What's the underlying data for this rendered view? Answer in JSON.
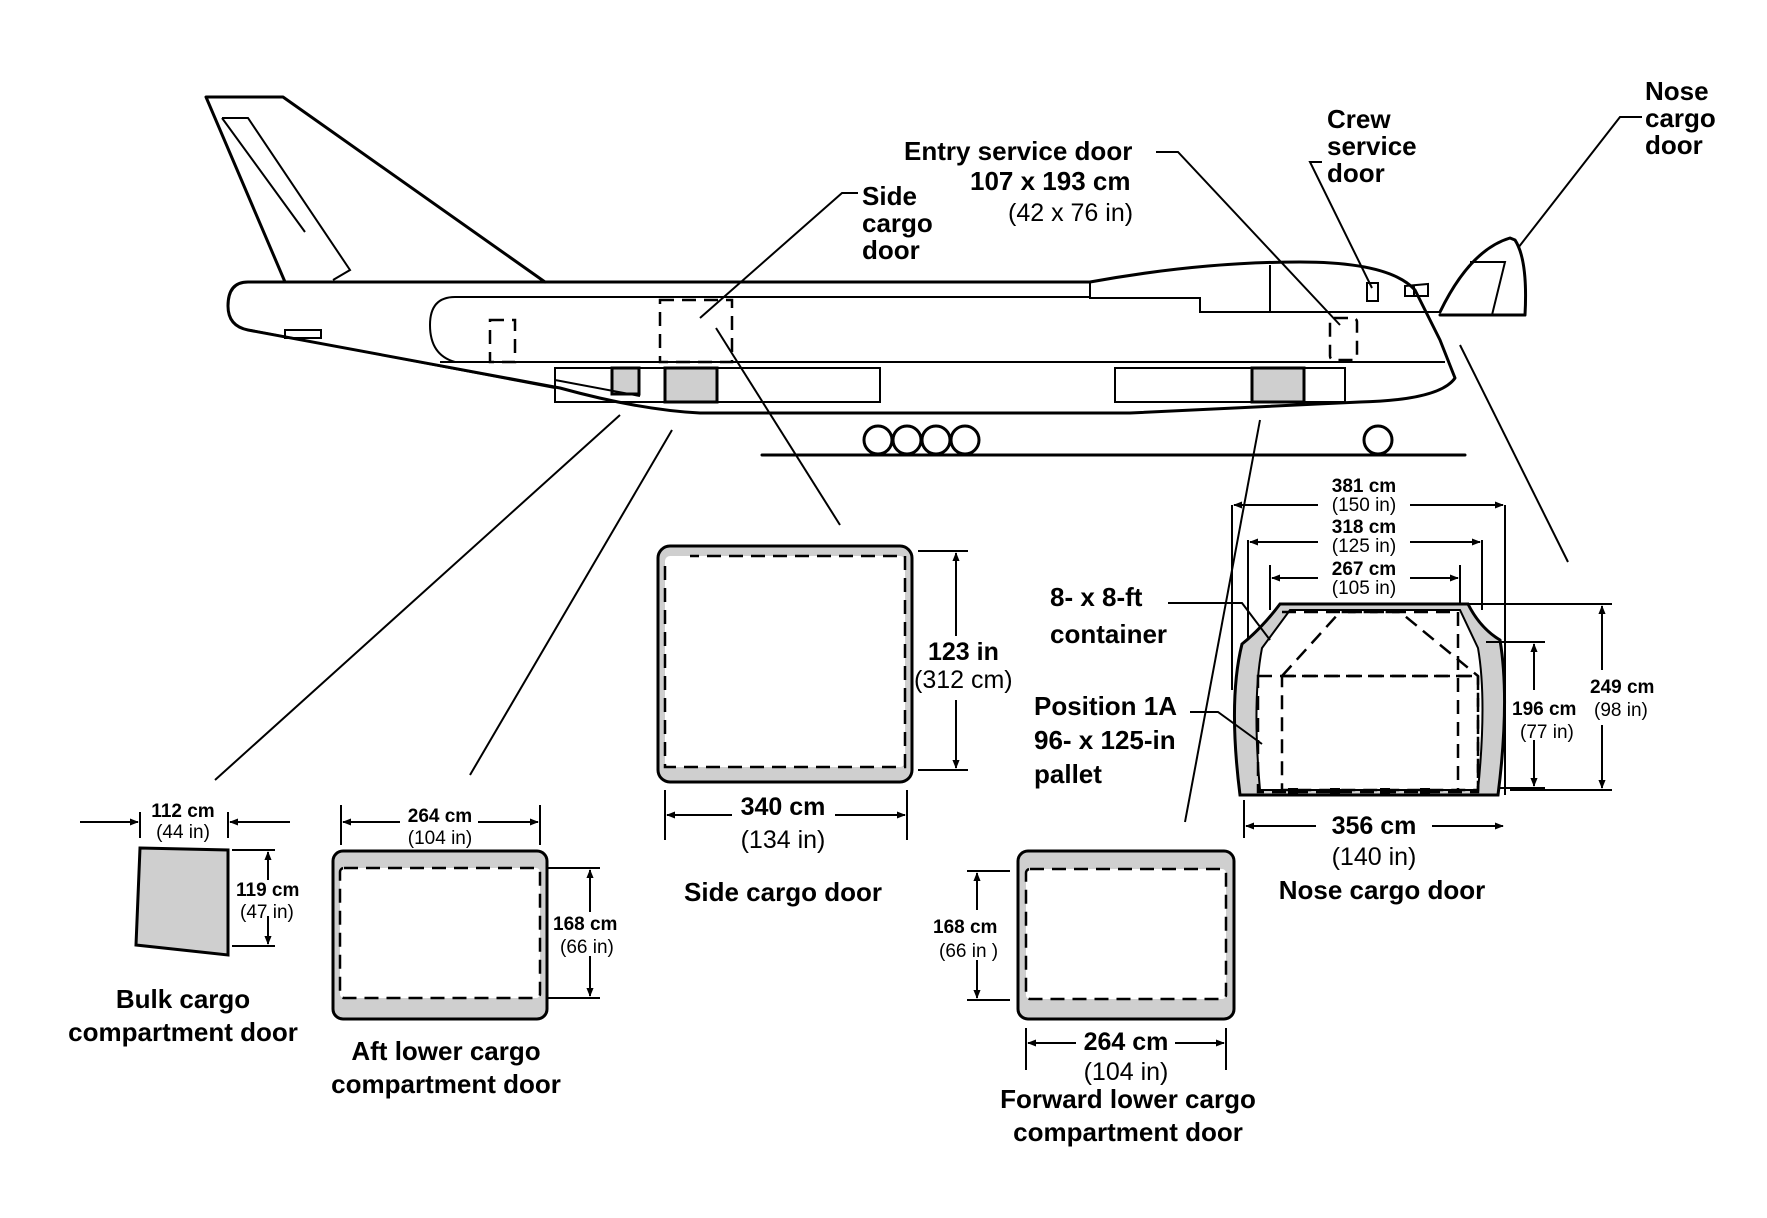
{
  "labels": {
    "nose_cargo_door": [
      "Nose",
      "cargo",
      "door"
    ],
    "crew_service_door": [
      "Crew",
      "service",
      "door"
    ],
    "entry_service_door": {
      "title": "Entry service door",
      "metric": "107 x 193 cm",
      "imperial": "(42 x 76 in)"
    },
    "side_cargo_door": [
      "Side",
      "cargo",
      "door"
    ]
  },
  "bulk_door": {
    "width_cm": "112 cm",
    "width_in": "(44 in)",
    "height_cm": "119 cm",
    "height_in": "(47 in)",
    "caption": [
      "Bulk cargo",
      "compartment door"
    ]
  },
  "aft_lower_door": {
    "width_cm": "264 cm",
    "width_in": "(104 in)",
    "height_cm": "168 cm",
    "height_in": "(66 in)",
    "caption": [
      "Aft lower cargo",
      "compartment door"
    ]
  },
  "side_door": {
    "height_in": "123 in",
    "height_cm": "(312 cm)",
    "width_cm": "340 cm",
    "width_in": "(134 in)",
    "caption": "Side cargo door"
  },
  "forward_lower_door": {
    "height_cm": "168 cm",
    "height_in": "(66 in )",
    "width_cm": "264 cm",
    "width_in": "(104 in)",
    "caption": [
      "Forward lower cargo",
      "compartment door"
    ]
  },
  "nose_door": {
    "dims": [
      {
        "cm": "381 cm",
        "in": "(150 in)"
      },
      {
        "cm": "318 cm",
        "in": "(125 in)"
      },
      {
        "cm": "267 cm",
        "in": "(105 in)"
      }
    ],
    "container": [
      "8- x 8-ft",
      "container"
    ],
    "pallet": [
      "Position 1A",
      "96- x 125-in",
      "pallet"
    ],
    "inner_height_cm": "196 cm",
    "inner_height_in": "(77 in)",
    "outer_height_cm": "249 cm",
    "outer_height_in": "(98 in)",
    "width_cm": "356 cm",
    "width_in": "(140 in)",
    "caption": "Nose cargo door"
  }
}
